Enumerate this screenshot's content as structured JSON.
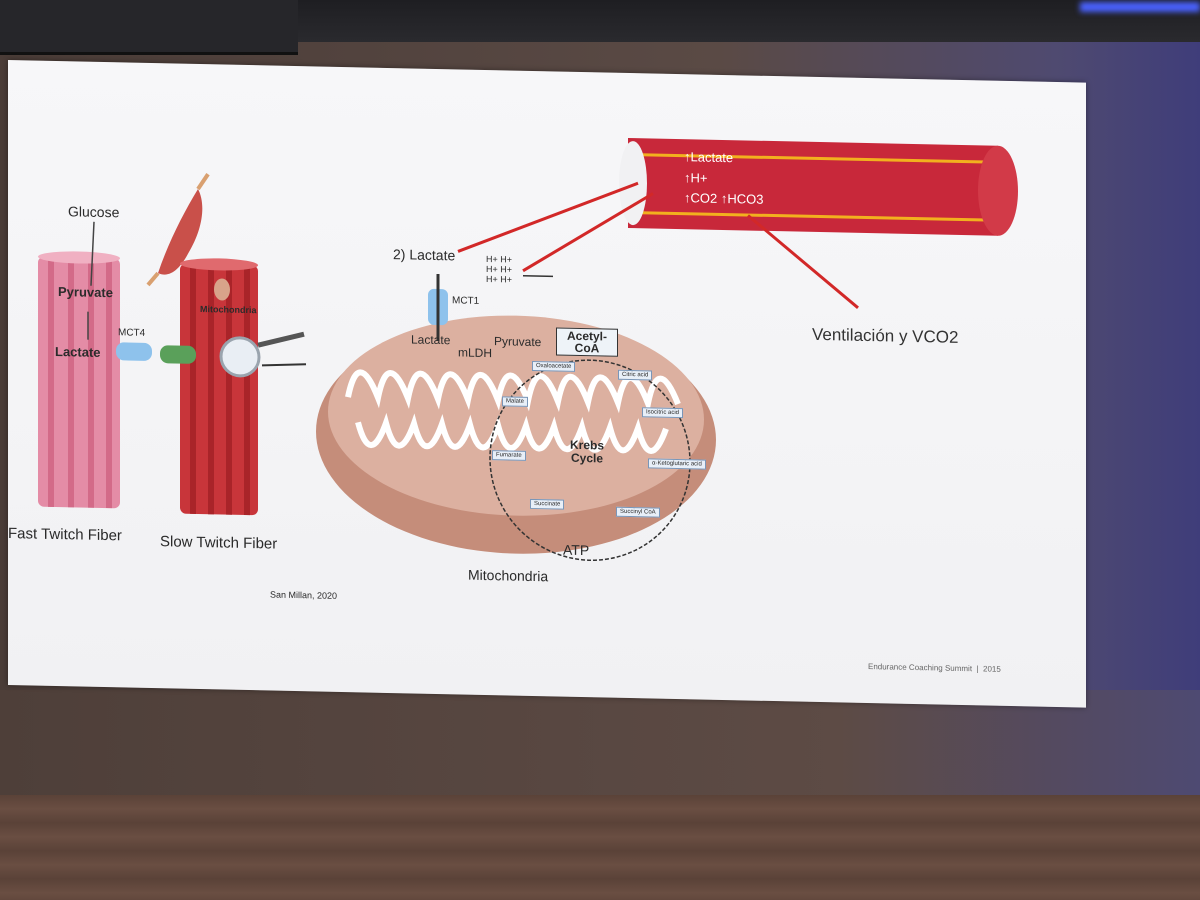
{
  "slide": {
    "glucose": "Glucose",
    "pyruvate_fiber": "Pyruvate",
    "lactate_fiber": "Lactate",
    "mct4": "MCT4",
    "mitochondria_small": "Mitochondria",
    "fast_fiber": "Fast Twitch Fiber",
    "slow_fiber": "Slow Twitch Fiber",
    "lactate_2": "2) Lactate",
    "h_ions": [
      "H+ H+",
      "H+ H+",
      "H+ H+"
    ],
    "mct1": "MCT1",
    "lactate_inner": "Lactate",
    "mldh": "mLDH",
    "pyruvate_inner": "Pyruvate",
    "acetyl_coa": "Acetyl-\nCoA",
    "krebs": "Krebs\nCycle",
    "krebs_nodes": [
      "Oxaloacetate",
      "Citric acid",
      "Isocitric acid",
      "α-Ketoglutaric acid",
      "Succinyl CoA",
      "Succinate",
      "Fumarate",
      "Malate"
    ],
    "atp": "ATP",
    "mitochondria_caption": "Mitochondria",
    "vessel_lactate": "Lactate",
    "vessel_h": "H+",
    "vessel_co2": "CO2",
    "vessel_hco3": "HCO3",
    "ventilation": "Ventilación y VCO2",
    "citation": "San Millan, 2020",
    "footer": "Endurance Coaching Summit  |  2015"
  }
}
